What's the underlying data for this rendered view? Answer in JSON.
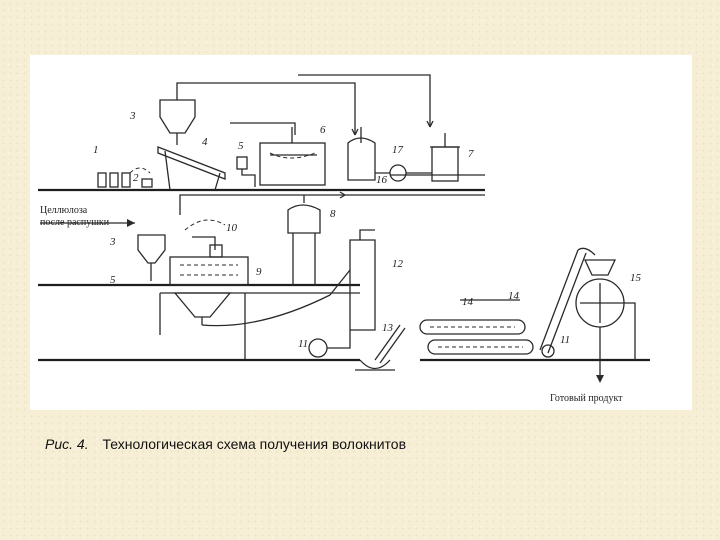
{
  "labels": {
    "cellulose_line1": "Целлюлоза",
    "cellulose_line2": "после распушки",
    "product": "Готовый продукт"
  },
  "numbers": [
    "1",
    "2",
    "3",
    "4",
    "5",
    "6",
    "7",
    "8",
    "9",
    "10",
    "11",
    "12",
    "13",
    "14",
    "15",
    "16",
    "17",
    "3",
    "5",
    "11",
    "14"
  ],
  "caption": {
    "figure_label": "Рис. 4.",
    "text": "Технологическая схема получения волокнитов"
  }
}
